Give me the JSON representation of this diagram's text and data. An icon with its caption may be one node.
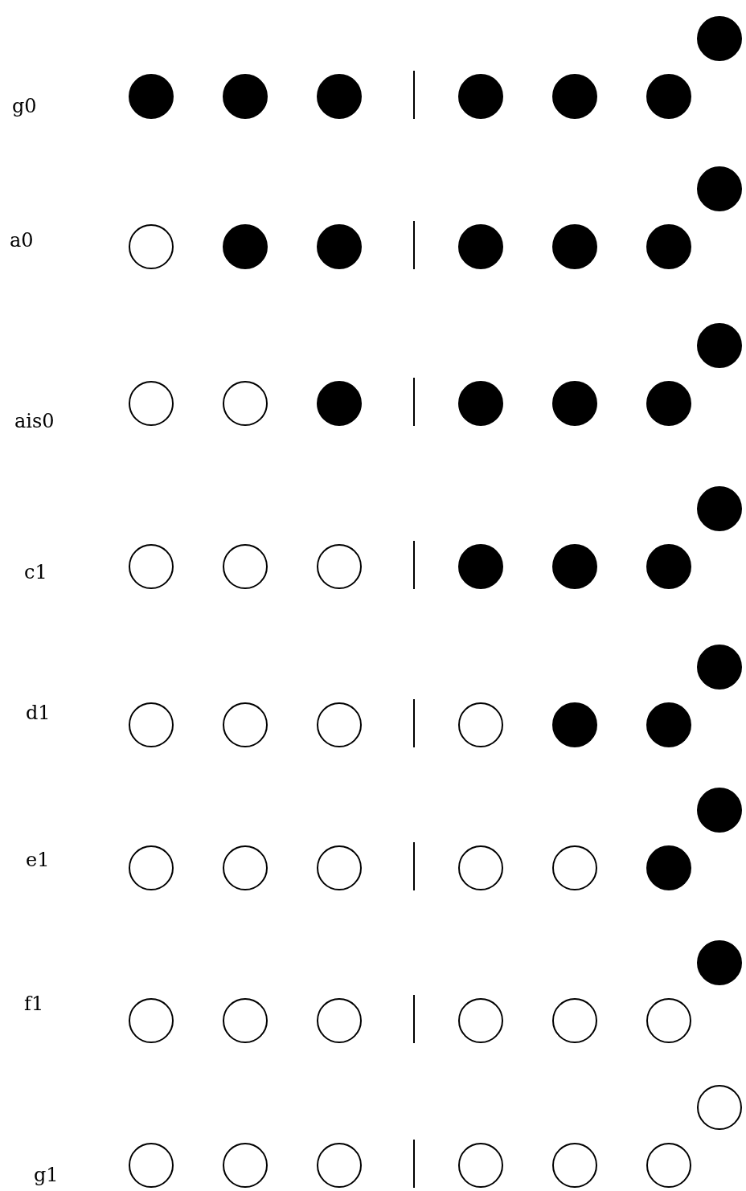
{
  "diagram": {
    "labels": [
      "g0",
      "a0",
      "ais0",
      "c1",
      "d1",
      "e1",
      "f1",
      "g1"
    ]
  }
}
